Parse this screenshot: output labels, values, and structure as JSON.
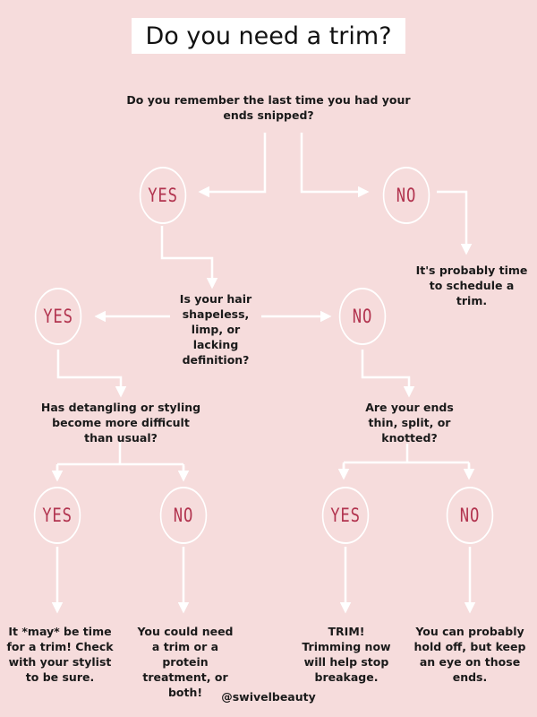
{
  "title": "Do you need a trim?",
  "q1": "Do you remember the last time you had your ends snipped?",
  "q2": "Is your hair shapeless, limp, or lacking definition?",
  "q3": "Has detangling or styling become more difficult than usual?",
  "q4": "Are your ends thin, split, or knotted?",
  "yes": "YES",
  "no": "NO",
  "r_schedule": "It's probably time to schedule a trim.",
  "r_may": "It *may* be time for a trim! Check with your stylist to be sure.",
  "r_protein": "You could need a trim or a protein treatment, or both!",
  "r_trim": "TRIM! Trimming now will help stop breakage.",
  "r_holdoff": "You can probably hold off, but keep an eye on those ends.",
  "handle": "@swivelbeauty",
  "colors": {
    "background": "#f6dcdc",
    "accent": "#b2344f",
    "lines": "#ffffff"
  }
}
